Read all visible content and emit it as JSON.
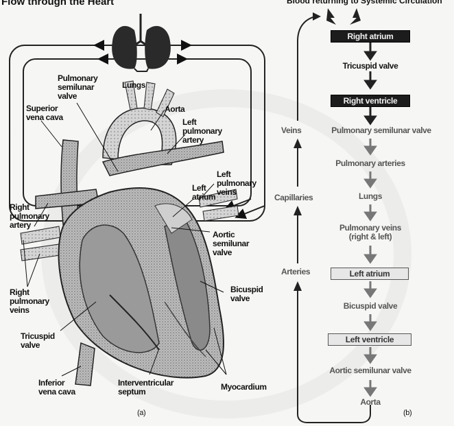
{
  "header": {
    "left_title": "Flow through the Heart",
    "right_title": "Blood returning to Systemic Circulation"
  },
  "heart_labels": {
    "lungs": "Lungs",
    "pulmonary_semilunar_valve": "Pulmonary\nsemilunar\nvalve",
    "aorta": "Aorta",
    "superior_vena_cava": "Superior\nvena cava",
    "left_pulmonary_artery": "Left\npulmonary\nartery",
    "left_pulmonary_veins": "Left\npulmonary\nveins",
    "left_atrium": "Left\natrium",
    "right_pulmonary_artery": "Right\npulmonary\nartery",
    "aortic_semilunar_valve": "Aortic\nsemilunar\nvalve",
    "bicuspid_valve": "Bicuspid\nvalve",
    "right_pulmonary_veins": "Right\npulmonary\nveins",
    "tricuspid_valve": "Tricuspid\nvalve",
    "inferior_vena_cava": "Inferior\nvena cava",
    "interventricular_septum": "Interventricular\nseptum",
    "myocardium": "Myocardium",
    "panel_a": "(a)"
  },
  "flow": {
    "right_atrium": "Right atrium",
    "tricuspid_valve": "Tricuspid valve",
    "right_ventricle": "Right ventricle",
    "pulmonary_semilunar_valve": "Pulmonary semilunar valve",
    "pulmonary_arteries": "Pulmonary arteries",
    "lungs": "Lungs",
    "pulmonary_veins": "Pulmonary veins\n(right & left)",
    "left_atrium": "Left atrium",
    "bicuspid_valve": "Bicuspid valve",
    "left_ventricle": "Left ventricle",
    "aortic_semilunar_valve": "Aortic semilunar valve",
    "aorta": "Aorta",
    "veins": "Veins",
    "capillaries": "Capillaries",
    "arteries": "Arteries",
    "panel_b": "(b)"
  }
}
